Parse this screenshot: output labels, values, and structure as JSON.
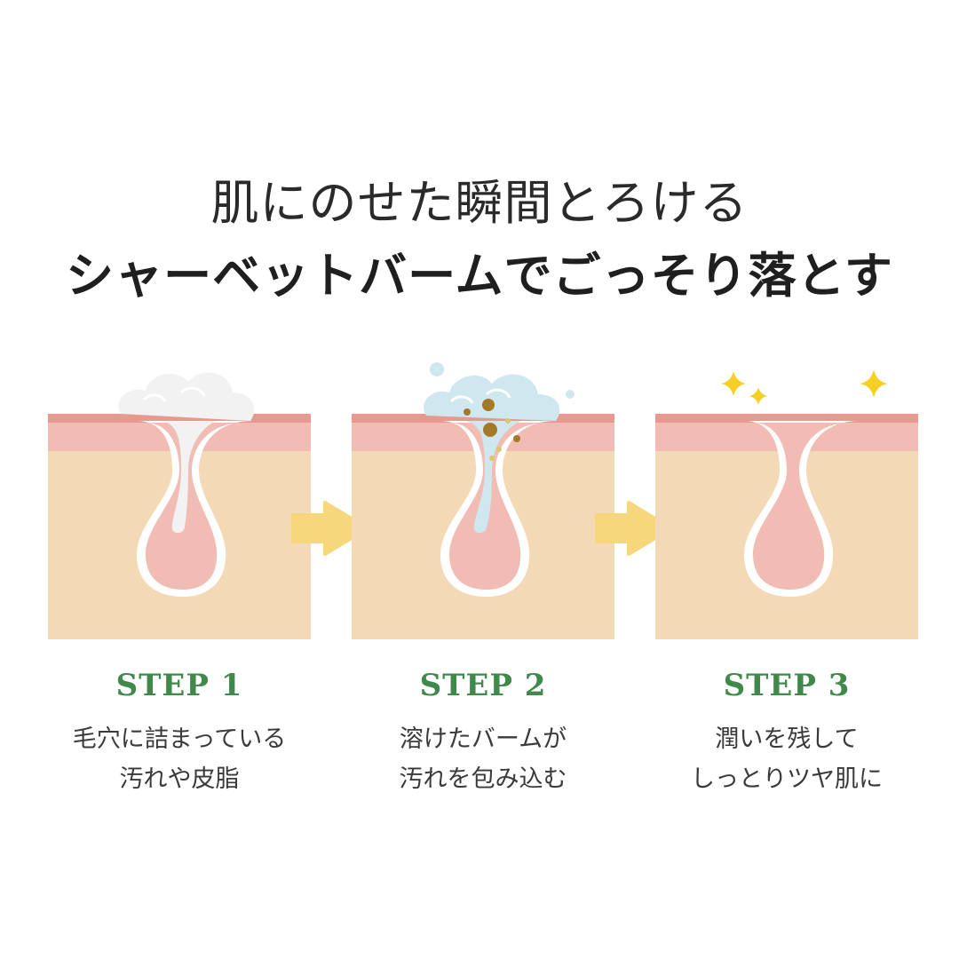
{
  "headline": {
    "line1": "肌にのせた瞬間とろける",
    "line2": "シャーベットバームでごっそり落とす"
  },
  "steps": [
    {
      "title": "STEP 1",
      "desc_line1": "毛穴に詰まっている",
      "desc_line2": "汚れや皮脂"
    },
    {
      "title": "STEP 2",
      "desc_line1": "溶けたバームが",
      "desc_line2": "汚れを包み込む"
    },
    {
      "title": "STEP 3",
      "desc_line1": "潤いを残して",
      "desc_line2": "しっとりツヤ肌に"
    }
  ],
  "colors": {
    "skin_inner": "#f3d9b5",
    "skin_layer": "#f1bcb4",
    "skin_top": "#e7998f",
    "pore": "#f1bcb4",
    "balm_white": "#f2f2f2",
    "balm_blue": "#cfe8ef",
    "dirt": "#a37a2a",
    "sparkle": "#f5cf24",
    "arrow": "#f7d77c",
    "step_green": "#3f8a4b"
  },
  "icons": [
    "pore-diagram-icon",
    "arrow-right-icon",
    "sparkle-icon",
    "foam-icon",
    "dirt-particle-icon"
  ]
}
